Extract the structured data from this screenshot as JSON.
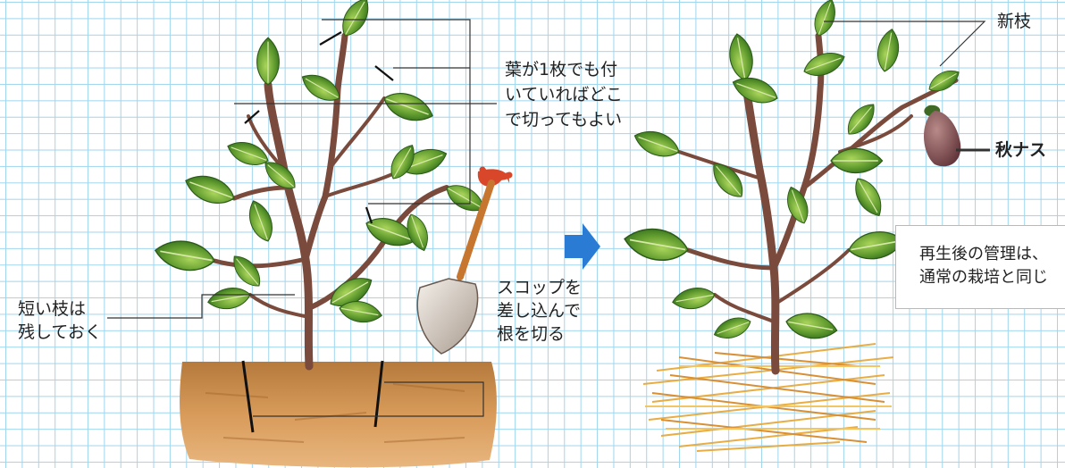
{
  "labels": {
    "new_branch": "新枝",
    "leaf_note": [
      "葉が1枚でも付",
      "いていればどこ",
      "で切ってもよい"
    ],
    "short_branch": [
      "短い枝は",
      "残しておく"
    ],
    "shovel_note": [
      "スコップを",
      "差し込んで",
      "根を切る"
    ],
    "autumn_eggplant": "秋ナス",
    "management_note": [
      "再生後の管理は、",
      "通常の栽培と同じ"
    ]
  },
  "colors": {
    "grid": "#9fd6ee",
    "arrow": "#2a7bd4",
    "leaf": "#4e8e2a",
    "leaf_light": "#9cc84a",
    "stem": "#7a4a3c",
    "soil": "#c98a45",
    "straw": "#e7a93a",
    "eggplant": "#7d4a4f",
    "shovel_handle": "#d9472b"
  },
  "icons": {
    "transition_arrow": "right-arrow-icon"
  }
}
